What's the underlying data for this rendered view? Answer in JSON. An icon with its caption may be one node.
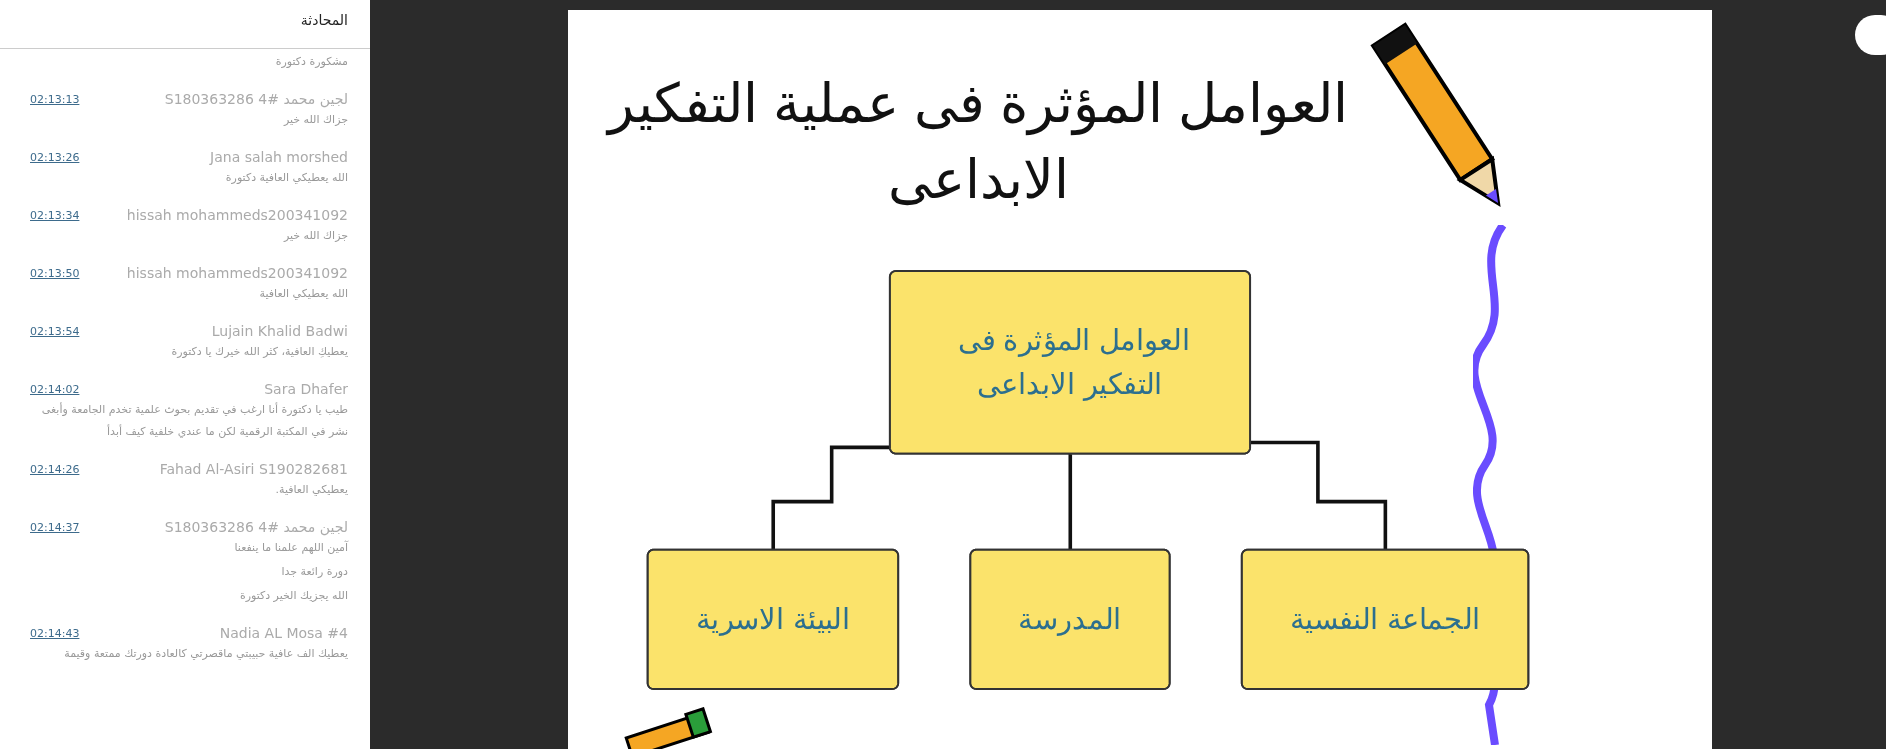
{
  "diagram": {
    "title": "العوامل المؤثرة فى عملية التفكير الابداعى",
    "nodes": [
      {
        "text": [
          "العوامل المؤثرة فى التفكير الابداعى"
        ]
      },
      {
        "text": [
          "البيئة الاسرية"
        ]
      },
      {
        "text": [
          "المدرسة"
        ]
      },
      {
        "text": [
          "الجماعة النفسية"
        ]
      }
    ],
    "edges": [
      {
        "from": 0,
        "to": 1,
        "arrow": "none"
      },
      {
        "from": 0,
        "to": 2,
        "arrow": "none"
      },
      {
        "from": 0,
        "to": 3,
        "arrow": "none"
      }
    ],
    "labels": [
      "المحادثة",
      "مشكورة دكتورة",
      "02:13:13",
      "لجين محمد #4 S180363286",
      "جزاك الله خير",
      "02:13:26",
      "Jana salah morshed",
      "الله يعطيكي العافية دكتورة",
      "02:13:34",
      "hissah mohammeds200341092",
      "جزاك الله خير",
      "02:13:50",
      "hissah mohammeds200341092",
      "الله يعطيكي العافية",
      "02:13:54",
      "Lujain Khalid Badwi",
      "يعطيكِ العافية، كثر الله خيرك يا دكتورة",
      "02:14:02",
      "Sara Dhafer",
      "طيب يا دكتورة أنا ارغب في تقديم بحوث علمية تخدم الجامعة وأبغى نشر في المكتبة الرقمية لكن ما عندي خلفية كيف أبدأ",
      "02:14:26",
      "Fahad Al-Asiri S190282681",
      "يعطيكي العافية.",
      "02:14:37",
      "لجين محمد #4 S180363286",
      "آمين اللهم علمنا ما ينفعنا",
      "دورة رائعة جدا",
      "الله يجزيك الخير دكتورة",
      "02:14:43",
      "Nadia AL Mosa #4",
      "يعطيك الف عافية حبيبتي ماقصرتي كالعادة دورتك ممتعة وقيمة"
    ]
  }
}
